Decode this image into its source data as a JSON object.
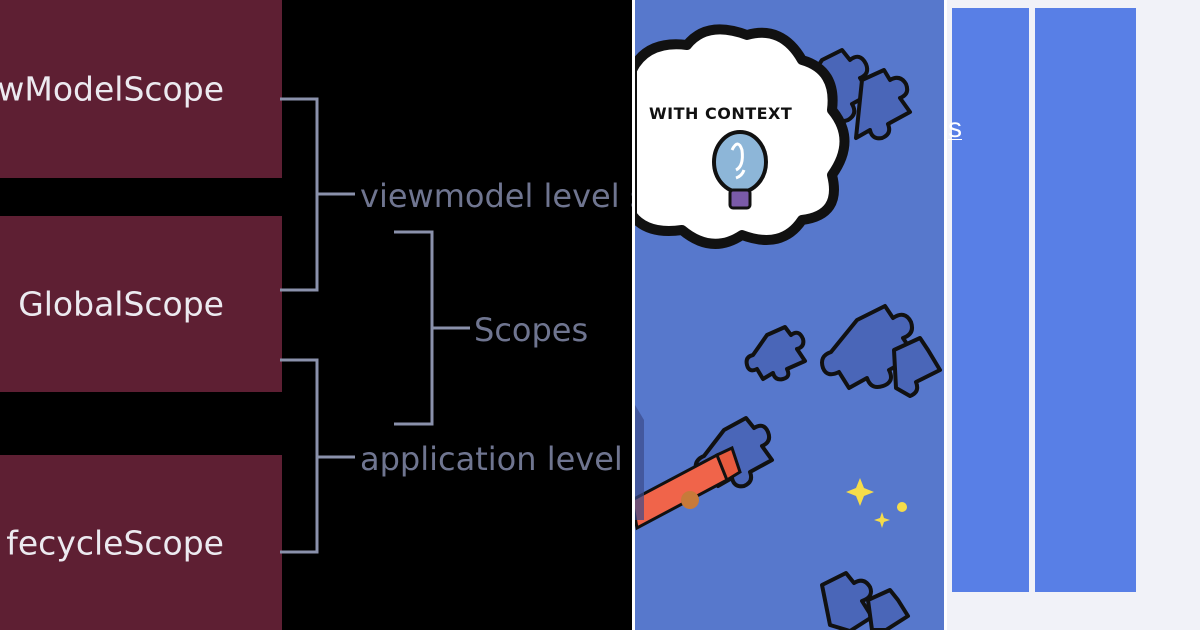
{
  "diagram": {
    "boxes": [
      {
        "label": "wModelScope"
      },
      {
        "label": "GlobalScope"
      },
      {
        "label": "fecycleScope"
      }
    ],
    "groups": [
      {
        "label": "viewmodel level s"
      },
      {
        "label": "application level s"
      }
    ],
    "root": {
      "label": "Scopes"
    }
  },
  "card": {
    "cloud_text": "WITH CONTEXT",
    "partial_link": "s"
  },
  "colors": {
    "box_fill": "#5e1f33",
    "connector": "#8a91ab",
    "card_bg": "#5778cc",
    "column": "#587fe6"
  }
}
